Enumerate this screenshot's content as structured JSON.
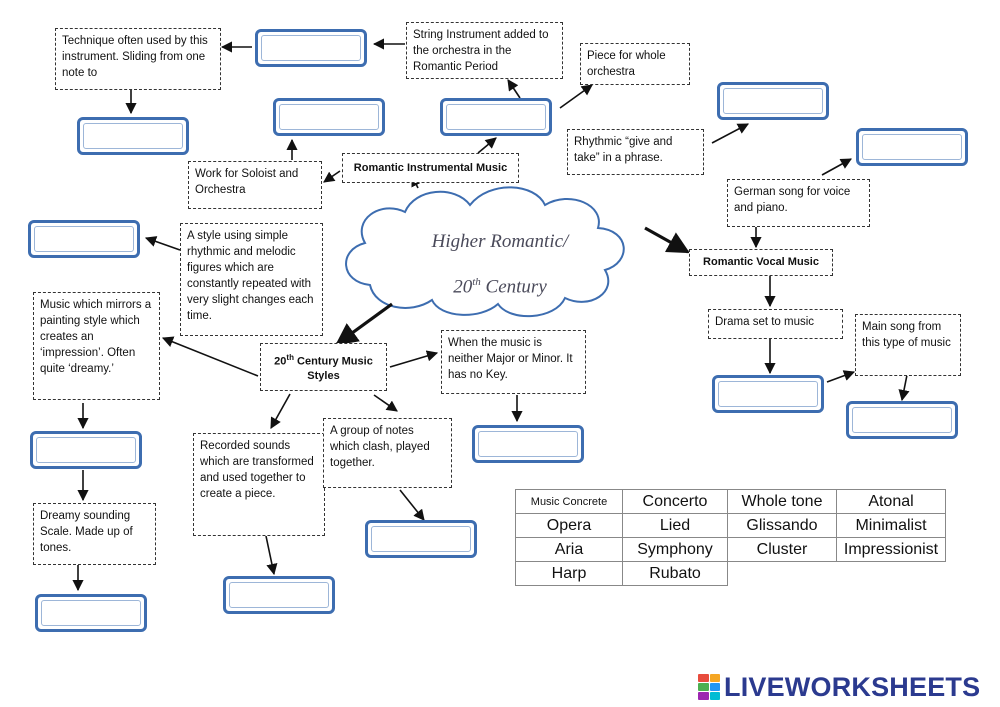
{
  "center": {
    "title_line1": "Higher Romantic/",
    "title_line2_pre": "20",
    "title_line2_sup": "th",
    "title_line2_post": " Century"
  },
  "hubs": {
    "instrumental": "Romantic Instrumental Music",
    "vocal": "Romantic Vocal Music",
    "c20_pre": "20",
    "c20_sup": "th",
    "c20_post": " Century Music Styles"
  },
  "clues": {
    "glissando": "Technique often used by this instrument.  Sliding from one note to",
    "harp": "String Instrument added to the orchestra in the Romantic Period",
    "symphony": "Piece for whole orchestra",
    "rubato": "Rhythmic “give and take” in a phrase.",
    "concerto": "Work for Soloist and Orchestra",
    "lied": "German song for voice and piano.",
    "minimalist": "A style using simple rhythmic and melodic figures which are constantly repeated with very slight changes each time.",
    "impressionist": "Music which mirrors a painting style which creates an ‘impression’.  Often quite ‘dreamy.’",
    "atonal": "When the music is neither Major or Minor.  It has no Key.",
    "opera": "Drama set to music",
    "aria": "Main song from this type of music",
    "music_concrete": "Recorded sounds which are transformed and used together to create a piece.",
    "cluster": "A group of notes which clash, played together.",
    "whole_tone": "Dreamy sounding Scale.  Made up of tones."
  },
  "word_bank": [
    [
      "Music Concrete",
      "Concerto",
      "Whole tone",
      "Atonal"
    ],
    [
      "Opera",
      "Lied",
      "Glissando",
      "Minimalist"
    ],
    [
      "Aria",
      "Symphony",
      "Cluster",
      "Impressionist"
    ],
    [
      "Harp",
      "Rubato"
    ]
  ],
  "logo": {
    "text": "LIVEWORKSHEETS",
    "colors": [
      "#e84c3d",
      "#f5a623",
      "#4caf50",
      "#2196f3",
      "#9c27b0",
      "#00bcd4"
    ]
  },
  "colors": {
    "answer_border": "#3d6db0",
    "arrow": "#111111"
  }
}
